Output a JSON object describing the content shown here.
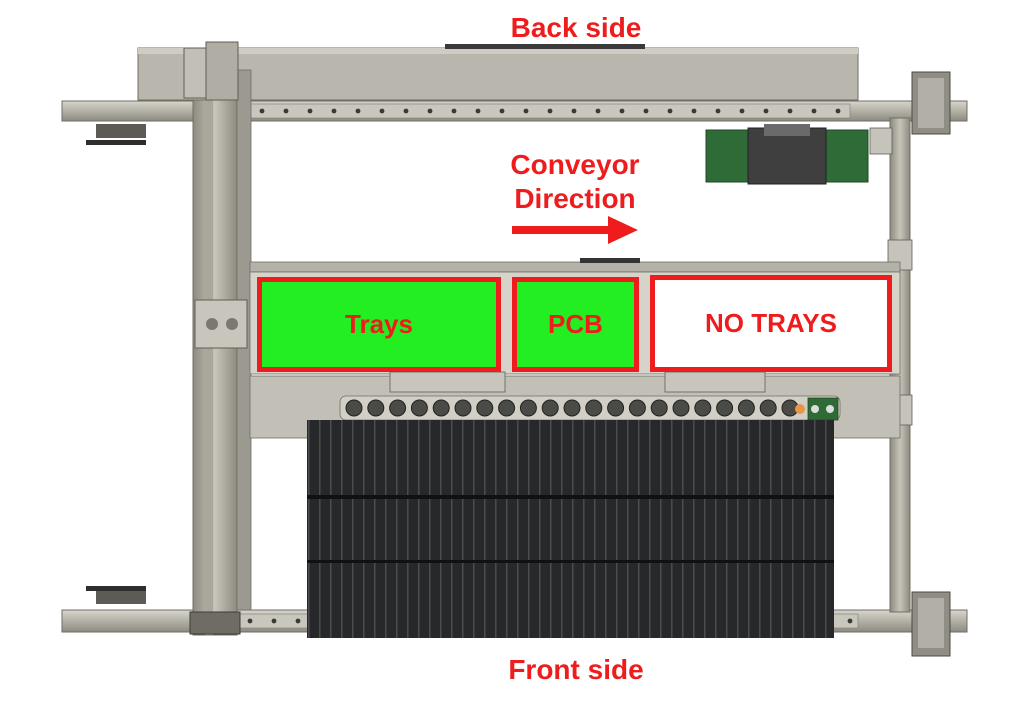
{
  "labels": {
    "back_side": "Back side",
    "front_side": "Front side",
    "conveyor_line1": "Conveyor",
    "conveyor_line2": "Direction"
  },
  "zones": {
    "trays": "Trays",
    "pcb": "PCB",
    "no_trays": "NO TRAYS"
  },
  "colors": {
    "annotation_red": "#ee1c1c",
    "zone_green": "#22ee22",
    "zone_white": "#ffffff",
    "frame_gray": "#a8a69c",
    "motor_green": "#2e6b36"
  }
}
